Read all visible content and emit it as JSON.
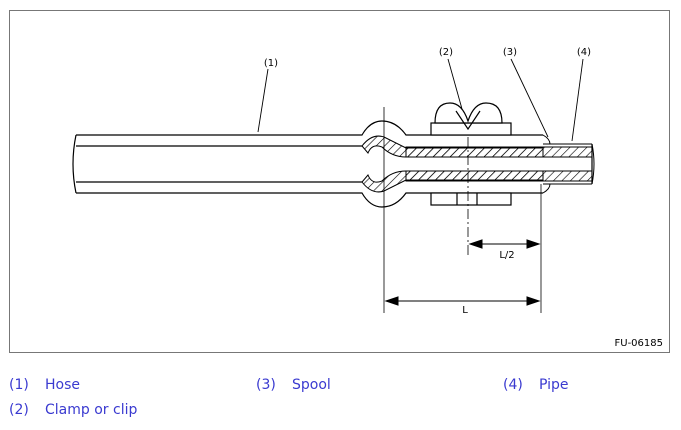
{
  "figure": {
    "code": "FU-06185",
    "callouts": [
      "(1)",
      "(2)",
      "(3)",
      "(4)"
    ],
    "dimensions": {
      "half_length": "L/2",
      "length": "L"
    }
  },
  "legend": {
    "items": [
      {
        "number": "(1)",
        "label": "Hose"
      },
      {
        "number": "(2)",
        "label": "Clamp or clip"
      },
      {
        "number": "(3)",
        "label": "Spool"
      },
      {
        "number": "(4)",
        "label": "Pipe"
      }
    ]
  },
  "colors": {
    "legend_text": "#3a3ad0",
    "line": "#000000",
    "frame": "#777777"
  }
}
